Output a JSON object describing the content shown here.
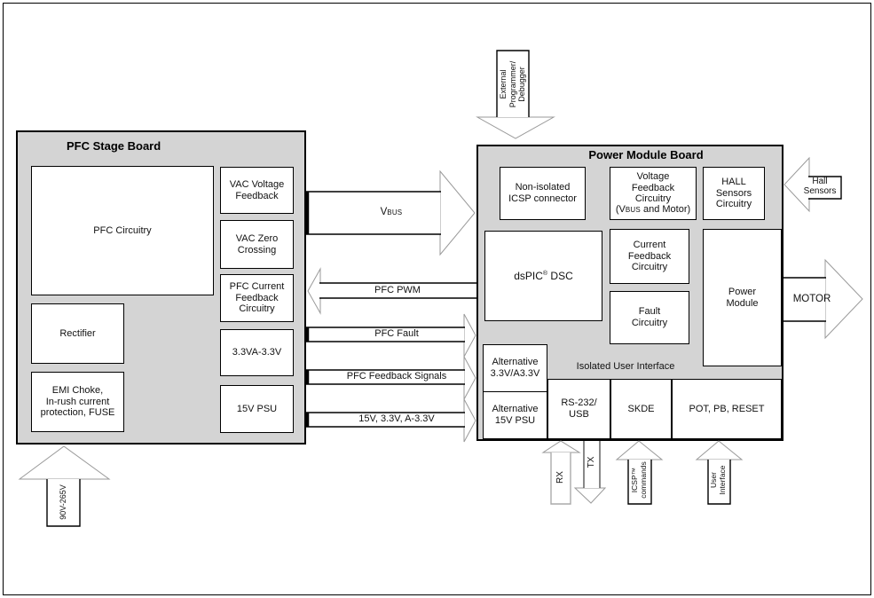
{
  "pfc_board": {
    "title": "PFC Stage Board",
    "boxes": {
      "pfc_circuitry": "PFC Circuitry",
      "vac_voltage_feedback": "VAC Voltage\nFeedback",
      "vac_zero_crossing": "VAC Zero\nCrossing",
      "pfc_current_feedback": "PFC Current\nFeedback\nCircuitry",
      "rectifier": "Rectifier",
      "emi_choke": "EMI Choke,\nIn-rush current\nprotection, FUSE",
      "psu_3v3": "3.3VA-3.3V",
      "psu_15v": "15V PSU"
    }
  },
  "power_board": {
    "title": "Power Module Board",
    "section_label": "Isolated User Interface",
    "boxes": {
      "icsp_connector": "Non-isolated\nICSP connector",
      "voltage_feedback": {
        "main": "Voltage\nFeedback\nCircuitry",
        "paren_pre": "(V",
        "paren_small": "BUS",
        "paren_post": " and Motor)"
      },
      "hall_sensors": "HALL\nSensors\nCircuitry",
      "dspic": {
        "pre": "dsPIC",
        "sup": "®",
        "post": " DSC"
      },
      "current_feedback": "Current\nFeedback\nCircuitry",
      "fault_circuitry": "Fault\nCircuitry",
      "power_module": "Power\nModule",
      "alt_3v3": "Alternative\n3.3V/A3.3V",
      "alt_15v": "Alternative\n15V PSU",
      "rs232_usb": "RS-232/\nUSB",
      "skde": "SKDE",
      "pot_pb_reset": "POT, PB, RESET"
    }
  },
  "arrows": {
    "vbus": {
      "pre": "V",
      "small": "BUS"
    },
    "pfc_pwm": "PFC PWM",
    "pfc_fault": "PFC Fault",
    "pfc_feedback": "PFC Feedback Signals",
    "rails": "15V, 3.3V, A-3.3V",
    "external_programmer": "External\nProgrammer/\nDebugger",
    "mains": "90V-265V",
    "hall_sensors": "Hall\nSensors",
    "motor": "MOTOR",
    "rx": "RX",
    "tx": "TX",
    "icsp_commands": "ICSP™\ncommands",
    "user_interface": "User\nInterface"
  },
  "colors": {
    "board_fill": "#d4d4d4",
    "box_fill": "#ffffff",
    "line": "#000000",
    "arrow_head_stroke": "#9a9a9a"
  }
}
